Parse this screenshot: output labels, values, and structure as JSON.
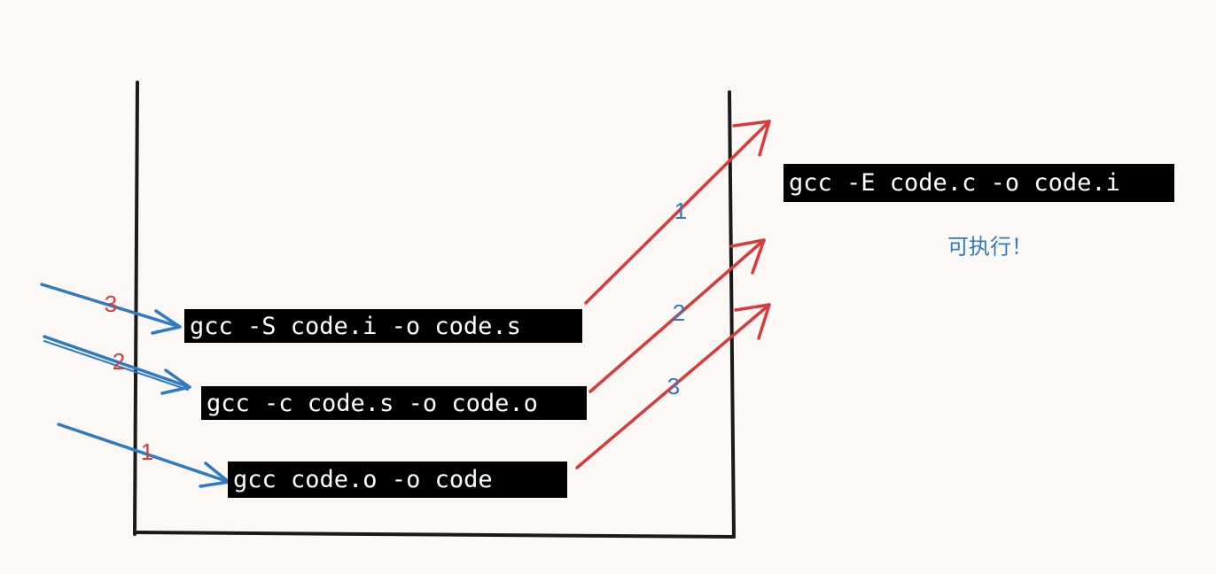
{
  "commands": {
    "preprocess": "gcc -E code.c -o code.i",
    "compile": "gcc -S code.i -o code.s",
    "assemble": "gcc -c code.s -o code.o",
    "link": "gcc code.o -o code"
  },
  "in_order": [
    "3",
    "2",
    "1"
  ],
  "out_order": [
    "1",
    "2",
    "3"
  ],
  "note": "可执行！",
  "colors": {
    "background": "#fcf8f5",
    "container": "#1a1a1a",
    "arrow_in": "#2f7ac4",
    "arrow_out": "#d93a3a",
    "label_in": "#d93a3a",
    "label_out": "#2f7ac4"
  }
}
